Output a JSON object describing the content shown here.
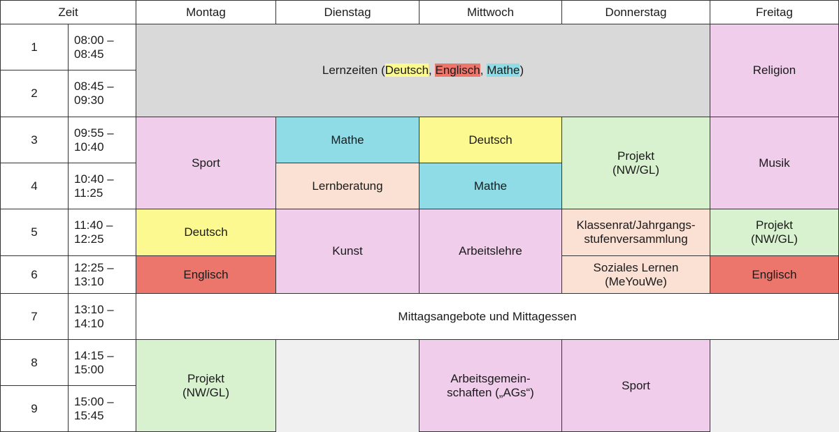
{
  "header": {
    "time": "Zeit",
    "days": [
      "Montag",
      "Dienstag",
      "Mittwoch",
      "Donnerstag",
      "Freitag"
    ]
  },
  "periods": [
    {
      "num": "1",
      "time": "08:00 –\n08:45"
    },
    {
      "num": "2",
      "time": "08:45 –\n09:30"
    },
    {
      "num": "3",
      "time": "09:55 –\n10:40"
    },
    {
      "num": "4",
      "time": "10:40 –\n11:25"
    },
    {
      "num": "5",
      "time": "11:40 –\n12:25"
    },
    {
      "num": "6",
      "time": "12:25 –\n13:10"
    },
    {
      "num": "7",
      "time": "13:10 –\n14:10"
    },
    {
      "num": "8",
      "time": "14:15 –\n15:00"
    },
    {
      "num": "9",
      "time": "15:00 –\n15:45"
    }
  ],
  "lernzeiten": {
    "prefix": "Lernzeiten (",
    "deutsch": "Deutsch",
    "sep1": ", ",
    "englisch": "Englisch",
    "sep2": ", ",
    "mathe": "Mathe",
    "suffix": ")"
  },
  "lessons": {
    "fri_1_2": "Religion",
    "mon_3_4": "Sport",
    "tue_3": "Mathe",
    "tue_4": "Lernberatung",
    "wed_3": "Deutsch",
    "wed_4": "Mathe",
    "thu_3_4": "Projekt\n(NW/GL)",
    "fri_3_4": "Musik",
    "mon_5": "Deutsch",
    "mon_6": "Englisch",
    "tue_5_6": "Kunst",
    "wed_5_6": "Arbeitslehre",
    "thu_5": "Klassenrat/Jahrgangs-\nstufenversammlung",
    "thu_6": "Soziales Lernen\n(MeYouWe)",
    "fri_5": "Projekt\n(NW/GL)",
    "fri_6": "Englisch",
    "lunch_7": "Mittagsangebote und Mittagessen",
    "mon_8_9": "Projekt\n(NW/GL)",
    "wed_8_9": "Arbeitsgemein-\nschaften  („AGs“)",
    "thu_8_9": "Sport"
  },
  "colors": {
    "grey": "#d9d9d9",
    "pink": "#efcdeb",
    "cyan": "#8fdbe6",
    "yellow": "#fbf98f",
    "peach": "#fbe0d4",
    "green": "#d8f2d0",
    "red": "#ec766b",
    "empty": "#f0f0f0"
  }
}
